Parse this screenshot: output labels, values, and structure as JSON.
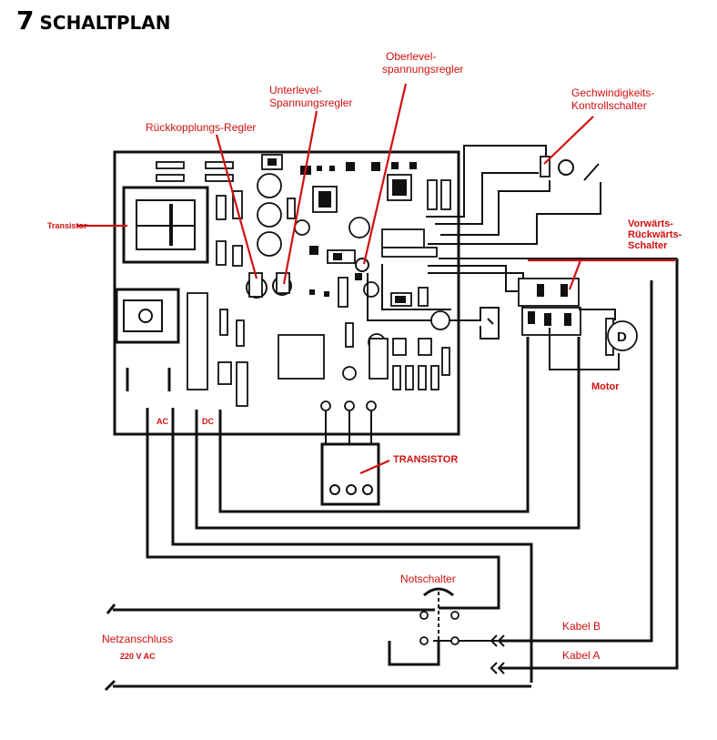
{
  "heading": {
    "number": "7",
    "title": "SCHALTPLAN"
  },
  "labels": {
    "oberlevel_1": "Oberlevel-",
    "oberlevel_2": "spannungsregler",
    "unterlevel_1": "Unterlevel-",
    "unterlevel_2": "Spannungsregler",
    "rueckkopplung": "Rückkopplungs-Regler",
    "geschw_1": "Gechwindigkeits-",
    "geschw_2": "Kontrollschalter",
    "transistor_left": "Transistor",
    "vorwaerts_1": "Vorwärts-",
    "vorwaerts_2": "Rückwärts-",
    "vorwaerts_3": "Schalter",
    "motor": "Motor",
    "ac": "AC",
    "dc": "DC",
    "transistor_bottom": "TRANSISTOR",
    "notschalter": "Notschalter",
    "kabel_b": "Kabel B",
    "kabel_a": "Kabel A",
    "netzanschluss": "Netzanschluss",
    "volt": "220 V AC",
    "motor_letter": "D"
  }
}
